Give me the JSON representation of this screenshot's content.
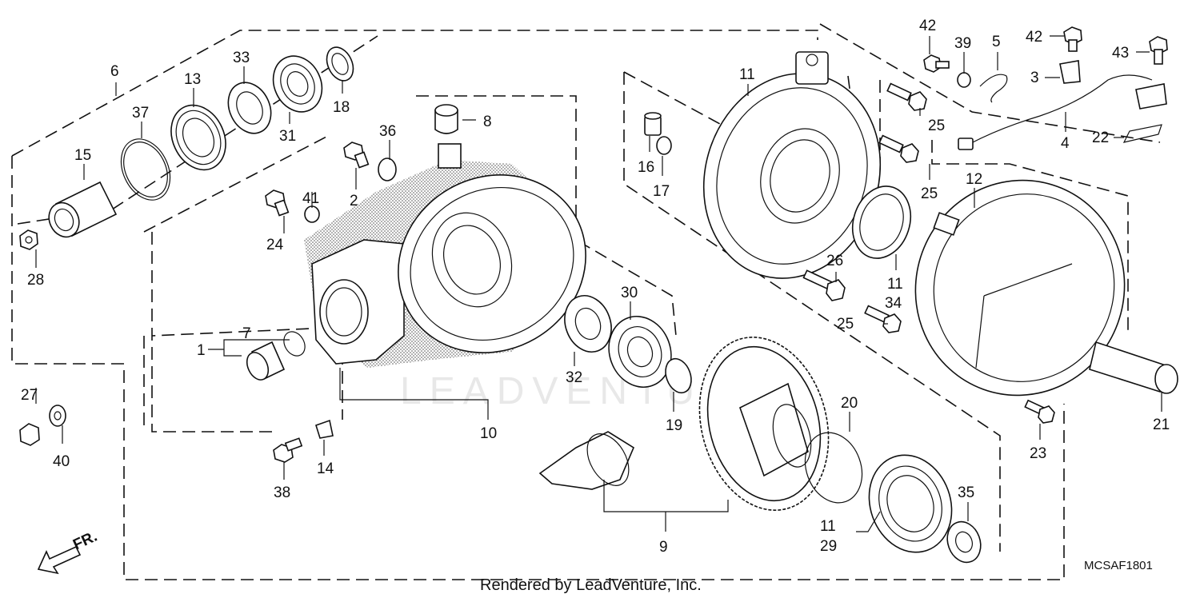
{
  "diagram": {
    "code": "MCSAF1801",
    "credit": "Rendered by LeadVenture, Inc.",
    "watermark": "LEADVENTURE",
    "front_marker": "FR."
  },
  "callouts": [
    {
      "id": "c6",
      "label": "6"
    },
    {
      "id": "c37",
      "label": "37"
    },
    {
      "id": "c13",
      "label": "13"
    },
    {
      "id": "c33",
      "label": "33"
    },
    {
      "id": "c31",
      "label": "31"
    },
    {
      "id": "c18",
      "label": "18"
    },
    {
      "id": "c15",
      "label": "15"
    },
    {
      "id": "c28",
      "label": "28"
    },
    {
      "id": "c36",
      "label": "36"
    },
    {
      "id": "c8",
      "label": "8"
    },
    {
      "id": "c2",
      "label": "2"
    },
    {
      "id": "c41",
      "label": "41"
    },
    {
      "id": "c24",
      "label": "24"
    },
    {
      "id": "c7",
      "label": "7"
    },
    {
      "id": "c1",
      "label": "1"
    },
    {
      "id": "c27",
      "label": "27"
    },
    {
      "id": "c40",
      "label": "40"
    },
    {
      "id": "c38",
      "label": "38"
    },
    {
      "id": "c14",
      "label": "14"
    },
    {
      "id": "c10",
      "label": "10"
    },
    {
      "id": "c32",
      "label": "32"
    },
    {
      "id": "c30",
      "label": "30"
    },
    {
      "id": "c19",
      "label": "19"
    },
    {
      "id": "c9",
      "label": "9"
    },
    {
      "id": "c16",
      "label": "16"
    },
    {
      "id": "c17",
      "label": "17"
    },
    {
      "id": "c11a",
      "label": "11"
    },
    {
      "id": "c25a",
      "label": "25"
    },
    {
      "id": "c25b",
      "label": "25"
    },
    {
      "id": "c11b",
      "label": "11"
    },
    {
      "id": "c26",
      "label": "26"
    },
    {
      "id": "c34",
      "label": "34"
    },
    {
      "id": "c25c",
      "label": "25"
    },
    {
      "id": "c42a",
      "label": "42"
    },
    {
      "id": "c39",
      "label": "39"
    },
    {
      "id": "c5",
      "label": "5"
    },
    {
      "id": "c42b",
      "label": "42"
    },
    {
      "id": "c3",
      "label": "3"
    },
    {
      "id": "c43",
      "label": "43"
    },
    {
      "id": "c4",
      "label": "4"
    },
    {
      "id": "c22",
      "label": "22"
    },
    {
      "id": "c12",
      "label": "12"
    },
    {
      "id": "c21",
      "label": "21"
    },
    {
      "id": "c23",
      "label": "23"
    },
    {
      "id": "c20",
      "label": "20"
    },
    {
      "id": "c35",
      "label": "35"
    },
    {
      "id": "c11c",
      "label": "11"
    },
    {
      "id": "c29",
      "label": "29"
    }
  ]
}
